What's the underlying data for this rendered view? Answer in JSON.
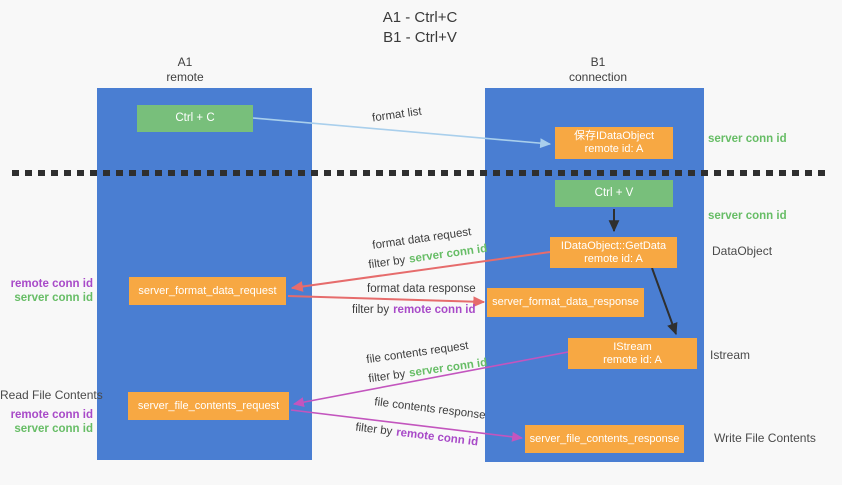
{
  "title": {
    "line1": "A1 - Ctrl+C",
    "line2": "B1 - Ctrl+V"
  },
  "lanes": {
    "a": {
      "name": "A1",
      "role": "remote"
    },
    "b": {
      "name": "B1",
      "role": "connection"
    }
  },
  "nodes": {
    "ctrl_c": {
      "label": "Ctrl + C"
    },
    "save_idataobject": {
      "line1": "保存IDataObject",
      "line2": "remote id: A"
    },
    "ctrl_v": {
      "label": "Ctrl + V"
    },
    "idataobject_getdata": {
      "line1": "IDataObject::GetData",
      "line2": "remote id: A"
    },
    "server_format_data_request": {
      "label": "server_format_data_request"
    },
    "server_format_data_response": {
      "label": "server_format_data_response"
    },
    "istream": {
      "line1": "IStream",
      "line2": "remote id: A"
    },
    "server_file_contents_request": {
      "label": "server_file_contents_request"
    },
    "server_file_contents_response": {
      "label": "server_file_contents_response"
    }
  },
  "flow_labels": {
    "format_list": "format list",
    "format_data_request": "format data request",
    "format_data_response": "format data response",
    "file_contents_request": "file contents request",
    "file_contents_response": "file contents response",
    "filter_by": "filter by",
    "server_conn_id": "server conn id",
    "remote_conn_id": "remote conn id"
  },
  "side_labels": {
    "server_conn_id": "server conn id",
    "remote_conn_id": "remote conn id",
    "dataobject": "DataObject",
    "istream": "Istream",
    "read_file_contents": "Read File Contents",
    "write_file_contents": "Write File Contents"
  },
  "colors": {
    "lane_blue": "#4a7ed2",
    "box_orange": "#f7a843",
    "box_green": "#78bf7b",
    "green_text": "#67bd66",
    "purple_text": "#a84ac8",
    "red_arrow": "#e66c6c",
    "magenta_arrow": "#c355be",
    "light_blue_arrow": "#a9cfec",
    "black": "#2f2f2f"
  }
}
